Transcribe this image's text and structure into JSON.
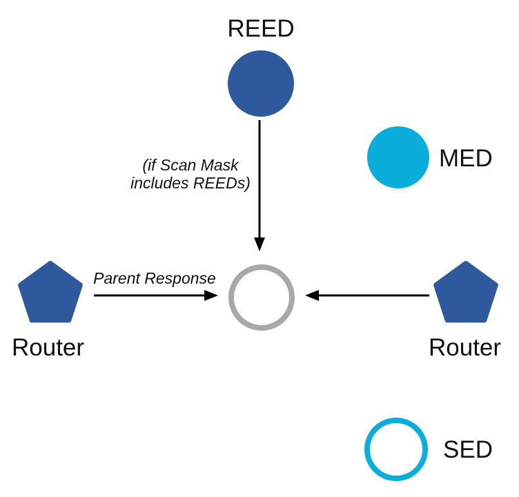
{
  "diagram": {
    "description": "Network device-type diagram with REED, MED, SED, Routers and a central parent node"
  },
  "colors": {
    "blue": "#2E5A9D",
    "cyan": "#0BAEDB",
    "gray_ring": "#A8A8A8",
    "arrow": "#000000",
    "background": "#FFFFFF",
    "white": "#FFFFFF"
  },
  "labels": {
    "reed": "REED",
    "med": "MED",
    "sed": "SED",
    "router_left": "Router",
    "router_right": "Router"
  },
  "annotations": {
    "scan_mask_line1": "(if Scan Mask",
    "scan_mask_line2": "includes REEDs)",
    "parent_response": "Parent Response"
  }
}
